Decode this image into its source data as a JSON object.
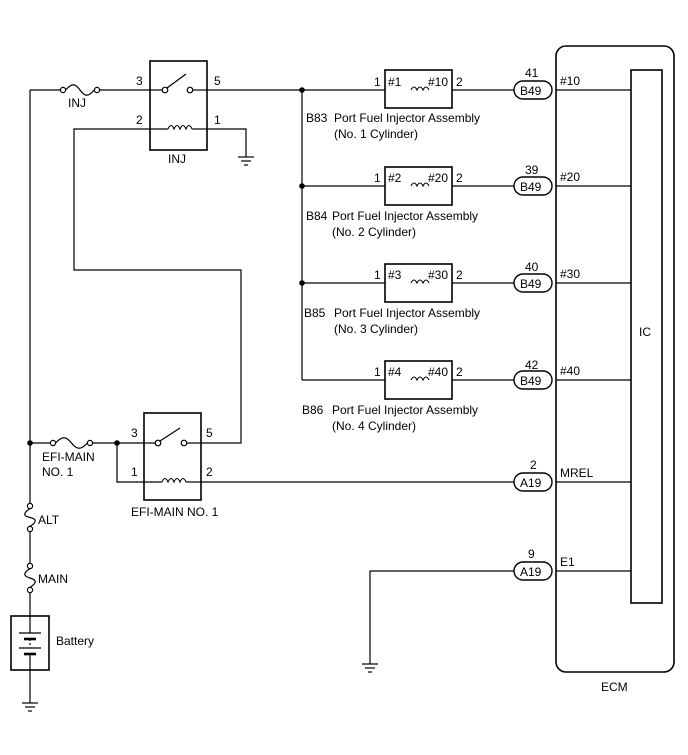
{
  "fuses": {
    "inj": "INJ",
    "efi_main_line1": "EFI-MAIN",
    "efi_main_line2": "NO. 1",
    "alt": "ALT",
    "main": "MAIN"
  },
  "battery": {
    "label": "Battery"
  },
  "relay_inj": {
    "name": "INJ",
    "pin_3": "3",
    "pin_5": "5",
    "pin_2": "2",
    "pin_1": "1"
  },
  "relay_efi": {
    "name": "EFI-MAIN NO. 1",
    "pin_3": "3",
    "pin_5": "5",
    "pin_1": "1",
    "pin_2": "2"
  },
  "injectors": [
    {
      "code": "B83",
      "name": "Port Fuel Injector Assembly",
      "cylinder": "(No. 1 Cylinder)",
      "inner_left": "#1",
      "inner_right": "#10",
      "pin_in": "1",
      "pin_out": "2",
      "ecm_pin": "41",
      "connector": "B49",
      "signal": "#10"
    },
    {
      "code": "B84",
      "name": "Port Fuel Injector Assembly",
      "cylinder": "(No. 2 Cylinder)",
      "inner_left": "#2",
      "inner_right": "#20",
      "pin_in": "1",
      "pin_out": "2",
      "ecm_pin": "39",
      "connector": "B49",
      "signal": "#20"
    },
    {
      "code": "B85",
      "name": "Port Fuel Injector Assembly",
      "cylinder": "(No. 3 Cylinder)",
      "inner_left": "#3",
      "inner_right": "#30",
      "pin_in": "1",
      "pin_out": "2",
      "ecm_pin": "40",
      "connector": "B49",
      "signal": "#30"
    },
    {
      "code": "B86",
      "name": "Port Fuel Injector Assembly",
      "cylinder": "(No. 4 Cylinder)",
      "inner_left": "#4",
      "inner_right": "#40",
      "pin_in": "1",
      "pin_out": "2",
      "ecm_pin": "42",
      "connector": "B49",
      "signal": "#40"
    }
  ],
  "ecm": {
    "label": "ECM",
    "ic_label": "IC",
    "mrel": {
      "pin": "2",
      "connector": "A19",
      "signal": "MREL"
    },
    "e1": {
      "pin": "9",
      "connector": "A19",
      "signal": "E1"
    }
  }
}
